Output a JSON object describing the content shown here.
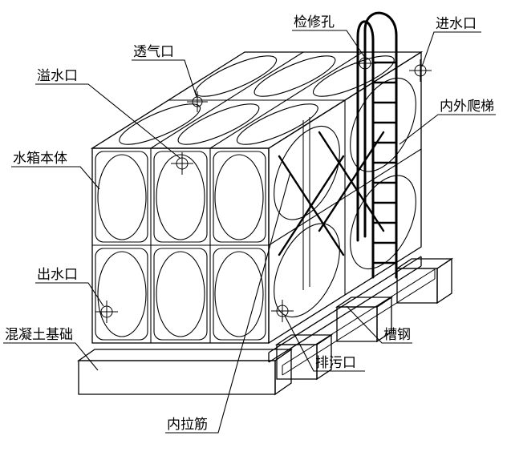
{
  "colors": {
    "line": "#000000",
    "background": "#ffffff"
  },
  "labels": [
    {
      "id": "manhole",
      "text": "检修孔"
    },
    {
      "id": "inlet",
      "text": "进水口"
    },
    {
      "id": "vent",
      "text": "透气口"
    },
    {
      "id": "overflow",
      "text": "溢水口"
    },
    {
      "id": "ladder",
      "text": "内外爬梯"
    },
    {
      "id": "tank-body",
      "text": "水箱本体"
    },
    {
      "id": "outlet",
      "text": "出水口"
    },
    {
      "id": "foundation",
      "text": "混凝土基础"
    },
    {
      "id": "channel-steel",
      "text": "槽钢"
    },
    {
      "id": "drain",
      "text": "排污口"
    },
    {
      "id": "tie-rod",
      "text": "内拉筋"
    }
  ]
}
